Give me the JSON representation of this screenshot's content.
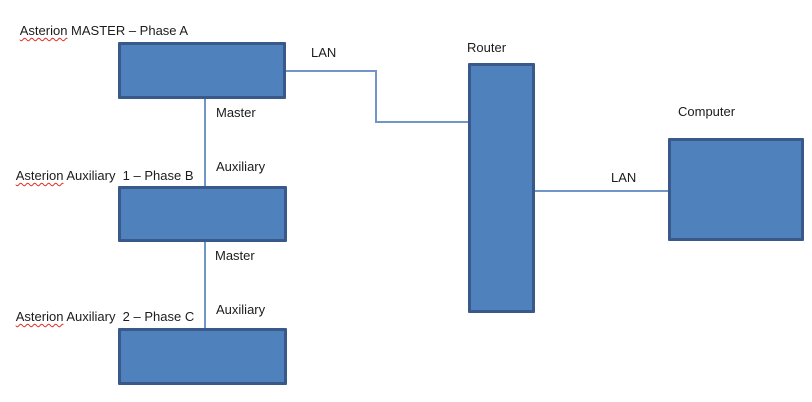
{
  "labels": {
    "master_device": {
      "misspelled_word": "Asterion",
      "rest": " MASTER – Phase A"
    },
    "aux1_device": {
      "misspelled_word": "Asterion",
      "rest": " Auxiliary  1 – Phase B"
    },
    "aux2_device": {
      "misspelled_word": "Asterion",
      "rest": " Auxiliary  2 – Phase C"
    },
    "router": "Router",
    "computer": "Computer",
    "lan_master_router": "LAN",
    "lan_router_computer": "LAN",
    "port_master_1": "Master",
    "port_auxiliary_1": "Auxiliary",
    "port_master_2": "Master",
    "port_auxiliary_2": "Auxiliary"
  },
  "colors": {
    "shape_fill": "#4f81bd",
    "shape_border": "#38598a",
    "connector_line": "#7096c8",
    "label_text": "#1c1c1c",
    "spellcheck_underline": "#e02b20"
  }
}
